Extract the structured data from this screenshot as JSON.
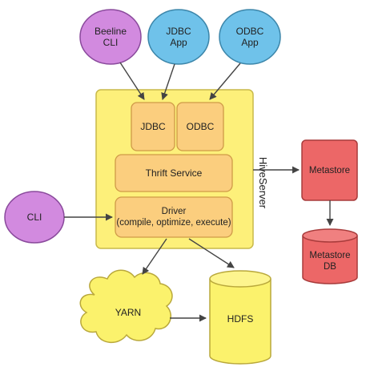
{
  "colors": {
    "client_purple": "#d28adf",
    "client_blue": "#6fc2ea",
    "hiveserver_yellow": "#fdf07a",
    "component_orange": "#fbce7e",
    "metastore_red": "#ec6767",
    "storage_yellow": "#fbf26c",
    "arrow": "#444444"
  },
  "clients": {
    "beeline": "Beeline\nCLI",
    "jdbc_app": "JDBC\nApp",
    "odbc_app": "ODBC\nApp",
    "cli": "CLI"
  },
  "hiveserver": {
    "label": "HiveServer",
    "jdbc": "JDBC",
    "odbc": "ODBC",
    "thrift": "Thrift Service",
    "driver": "Driver\n(compile, optimize, execute)"
  },
  "metastore": {
    "service": "Metastore",
    "db": "Metastore\nDB"
  },
  "storage": {
    "yarn": "YARN",
    "hdfs": "HDFS"
  }
}
